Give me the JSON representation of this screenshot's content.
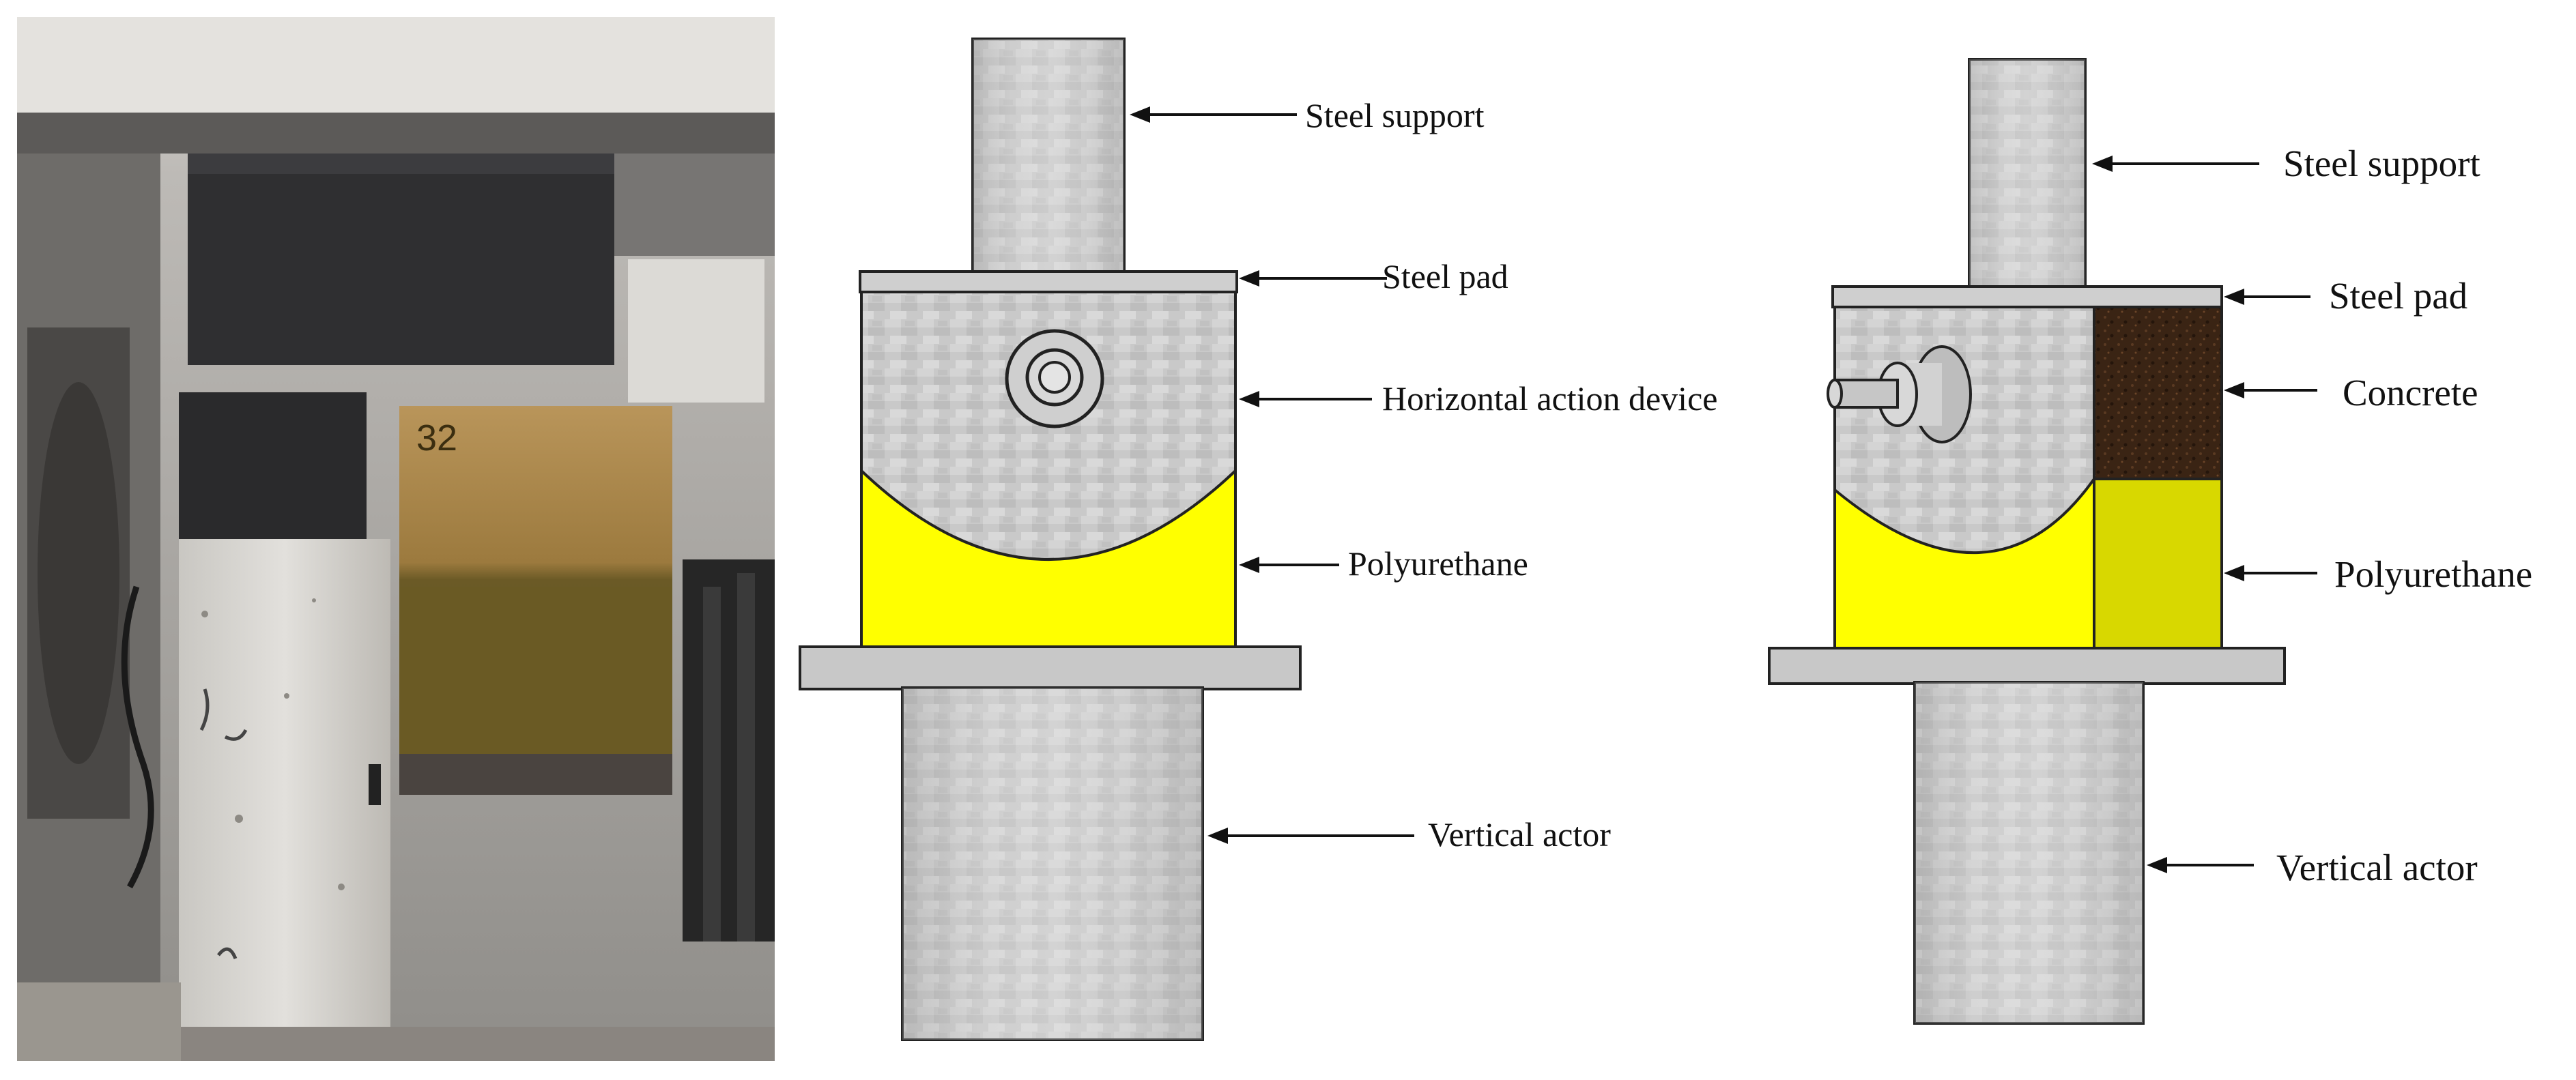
{
  "figure": {
    "photo": {
      "specimen_marks": [
        "32"
      ]
    },
    "middle_diagram": {
      "labels": {
        "steel_support": "Steel support",
        "steel_pad": "Steel pad",
        "horizontal_action_device": "Horizontal action device",
        "polyurethane": "Polyurethane",
        "vertical_actor": "Vertical actor"
      }
    },
    "right_diagram": {
      "labels": {
        "steel_support": "Steel support",
        "steel_pad": "Steel pad",
        "concrete": "Concrete",
        "polyurethane": "Polyurethane",
        "vertical_actor": "Vertical actor"
      }
    }
  },
  "colors": {
    "steel": "#c8c8c8",
    "polyurethane": "#ffff00",
    "polyurethane_side": "#d8d800",
    "concrete": "#3a2414",
    "outline": "#222222"
  },
  "icons": {
    "arrow": "left-arrow-icon"
  }
}
